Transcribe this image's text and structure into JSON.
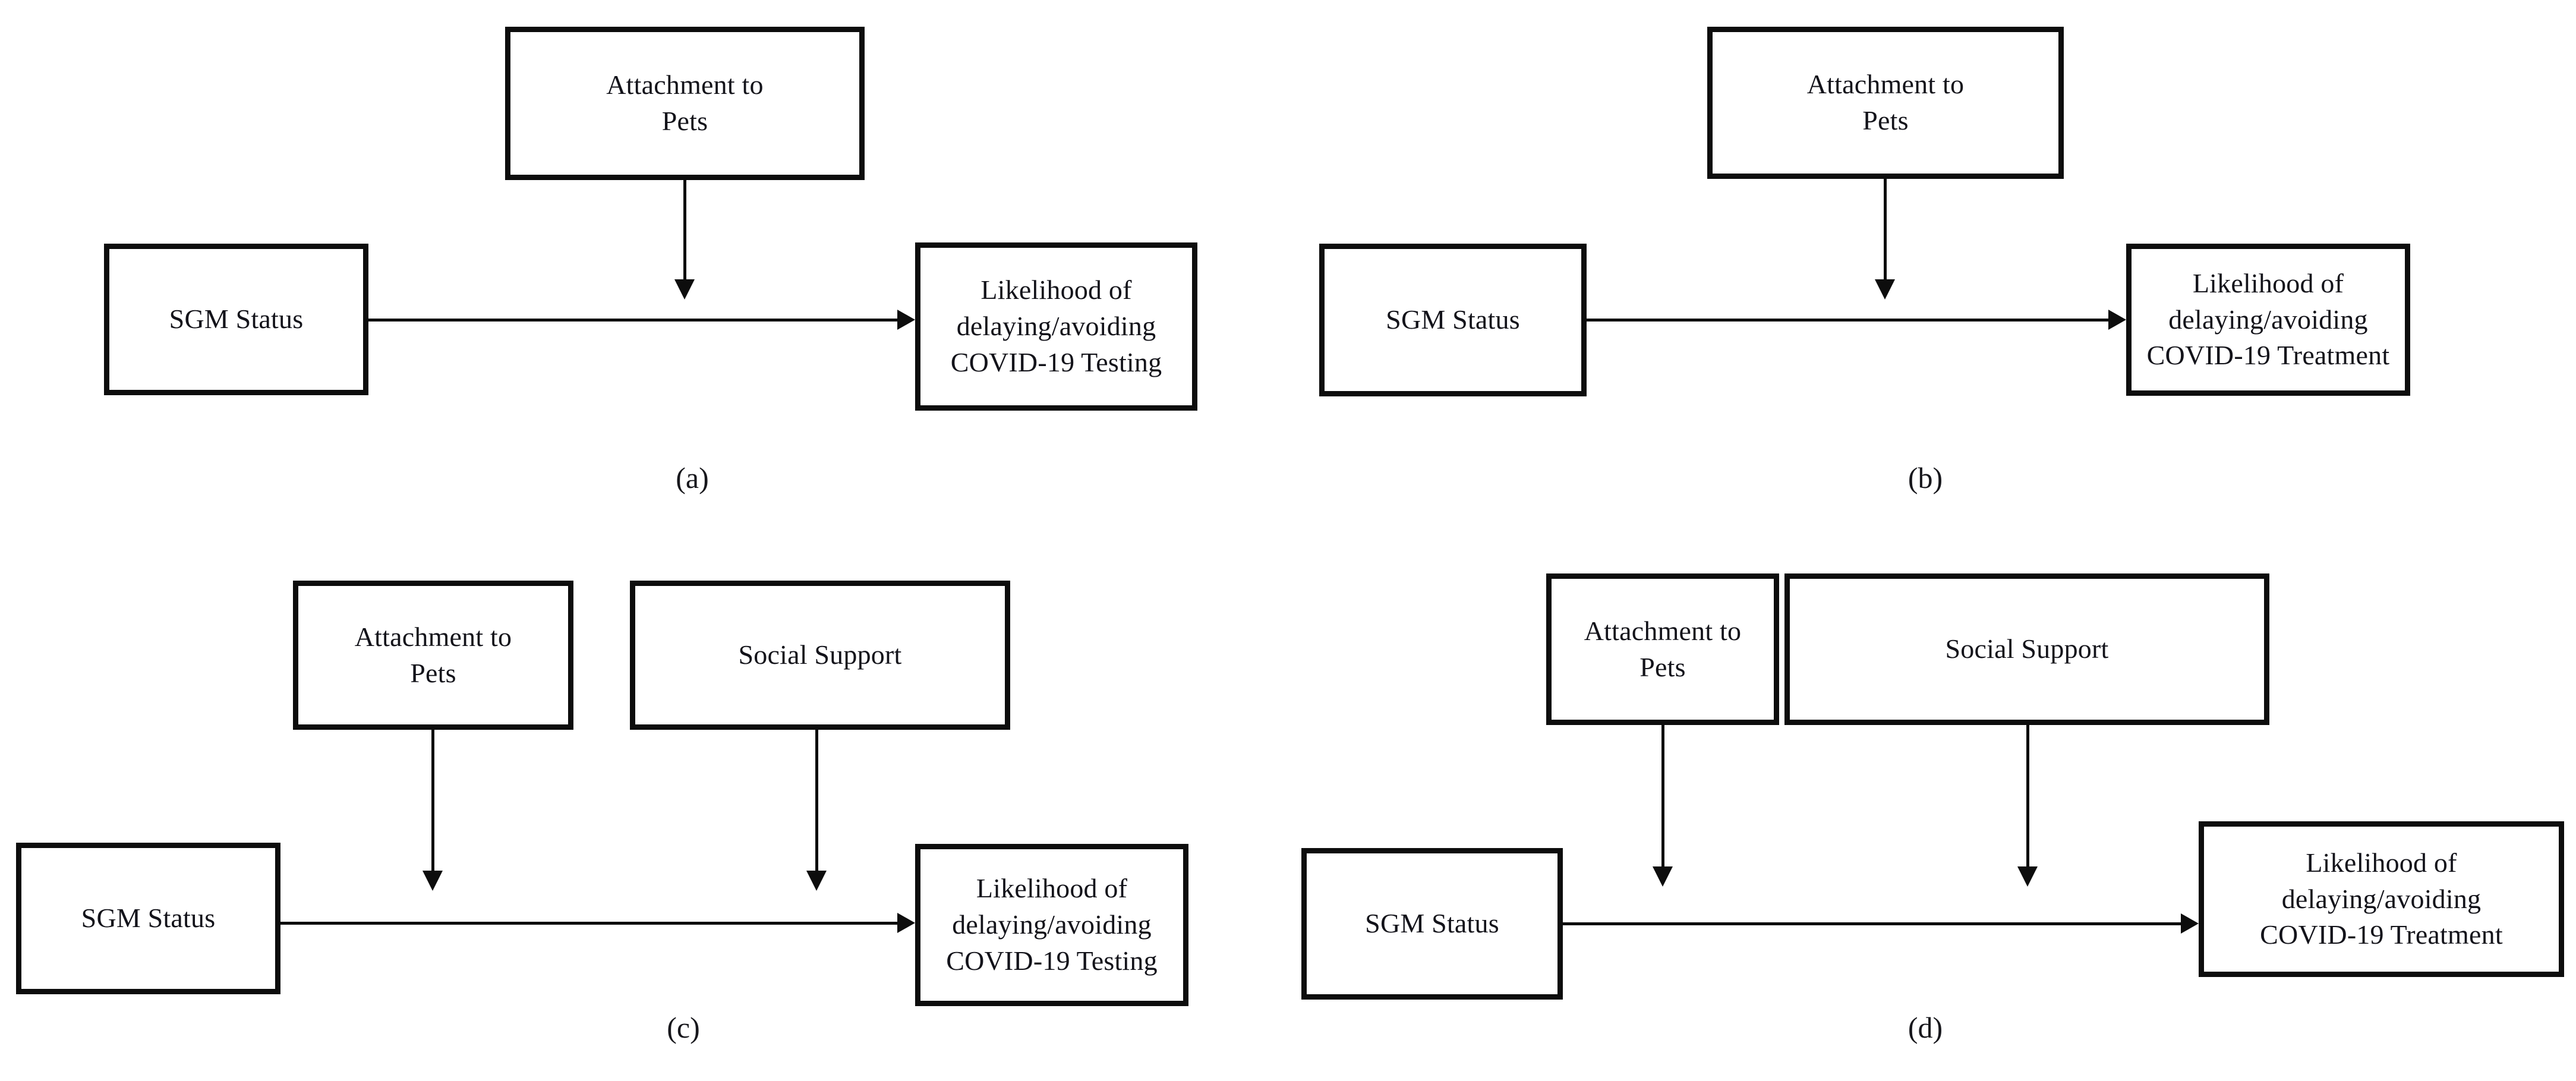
{
  "figure": {
    "type": "conceptual-model-diagram",
    "panel_count": 4,
    "shared_labels": {
      "predictor": "SGM Status",
      "moderator_pets": "Attachment to\nPets",
      "moderator_support": "Social Support",
      "outcome_testing": "Likelihood of\ndelaying/avoiding\nCOVID-19 Testing",
      "outcome_treatment": "Likelihood of\ndelaying/avoiding\nCOVID-19 Treatment"
    },
    "colors": {
      "border": "#0d0d0d",
      "background": "#ffffff",
      "text": "#13131a",
      "connector": "#0d0d0d"
    }
  },
  "panels": [
    {
      "id": "a",
      "caption": "(a)",
      "nodes": {
        "predictor": "SGM Status",
        "moderator1": "Attachment to\nPets",
        "outcome": "Likelihood of\ndelaying/avoiding\nCOVID-19 Testing"
      },
      "edges": [
        {
          "from": "SGM Status",
          "to": "Likelihood of delaying/avoiding COVID-19 Testing",
          "kind": "direct-arrow"
        },
        {
          "from": "Attachment to Pets",
          "to": "SGM Status → COVID-19 Testing path",
          "kind": "moderation-arrow"
        }
      ]
    },
    {
      "id": "b",
      "caption": "(b)",
      "nodes": {
        "predictor": "SGM Status",
        "moderator1": "Attachment to\nPets",
        "outcome": "Likelihood of\ndelaying/avoiding\nCOVID-19 Treatment"
      },
      "edges": [
        {
          "from": "SGM Status",
          "to": "Likelihood of delaying/avoiding COVID-19 Treatment",
          "kind": "direct-arrow"
        },
        {
          "from": "Attachment to Pets",
          "to": "SGM Status → COVID-19 Treatment path",
          "kind": "moderation-arrow"
        }
      ]
    },
    {
      "id": "c",
      "caption": "(c)",
      "nodes": {
        "predictor": "SGM Status",
        "moderator1": "Attachment to\nPets",
        "moderator2": "Social Support",
        "outcome": "Likelihood of\ndelaying/avoiding\nCOVID-19 Testing"
      },
      "edges": [
        {
          "from": "SGM Status",
          "to": "Likelihood of delaying/avoiding COVID-19 Testing",
          "kind": "direct-arrow"
        },
        {
          "from": "Attachment to Pets",
          "to": "SGM Status → COVID-19 Testing path",
          "kind": "moderation-arrow"
        },
        {
          "from": "Social Support",
          "to": "SGM Status → COVID-19 Testing path",
          "kind": "moderation-arrow"
        }
      ]
    },
    {
      "id": "d",
      "caption": "(d)",
      "nodes": {
        "predictor": "SGM Status",
        "moderator1": "Attachment to\nPets",
        "moderator2": "Social Support",
        "outcome": "Likelihood of\ndelaying/avoiding\nCOVID-19 Treatment"
      },
      "edges": [
        {
          "from": "SGM Status",
          "to": "Likelihood of delaying/avoiding COVID-19 Treatment",
          "kind": "direct-arrow"
        },
        {
          "from": "Attachment to Pets",
          "to": "SGM Status → COVID-19 Treatment path",
          "kind": "moderation-arrow"
        },
        {
          "from": "Social Support",
          "to": "SGM Status → COVID-19 Treatment path",
          "kind": "moderation-arrow"
        }
      ]
    }
  ]
}
